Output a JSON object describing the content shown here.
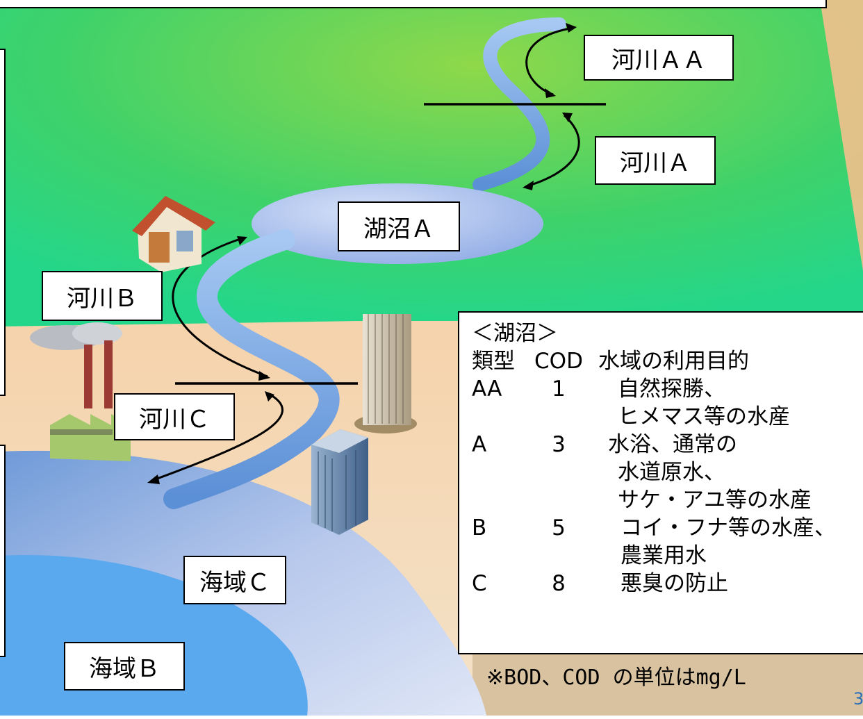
{
  "labels": {
    "river_aa": "河川ＡＡ",
    "river_a": "河川Ａ",
    "lake_a": "湖沼Ａ",
    "river_b": "河川Ｂ",
    "river_c": "河川Ｃ",
    "sea_c": "海域Ｃ",
    "sea_b": "海域Ｂ"
  },
  "legend": {
    "title": "＜湖沼＞",
    "header": {
      "type": "類型",
      "cod": "COD",
      "purpose": "水域の利用目的"
    },
    "rows": [
      {
        "type": "AA",
        "cod": "1",
        "purpose": [
          "自然探勝、",
          "ヒメマス等の水産"
        ]
      },
      {
        "type": "A",
        "cod": "3",
        "purpose": [
          "水浴、通常の",
          "水道原水、",
          "サケ・アユ等の水産"
        ]
      },
      {
        "type": "B",
        "cod": "5",
        "purpose": [
          "コイ・フナ等の水産、",
          "農業用水"
        ]
      },
      {
        "type": "C",
        "cod": "8",
        "purpose": [
          "悪臭の防止"
        ]
      }
    ]
  },
  "unit_note": "※BOD、COD の単位はmg/L",
  "page_number": "3",
  "colors": {
    "mountain": "#3fd26a",
    "land": "#f4cfa4",
    "sea_inner": "#5aa8ee",
    "sea_outer": "#a8bce6",
    "river": "#9fc0ee",
    "lake": "#b4c6ee"
  }
}
